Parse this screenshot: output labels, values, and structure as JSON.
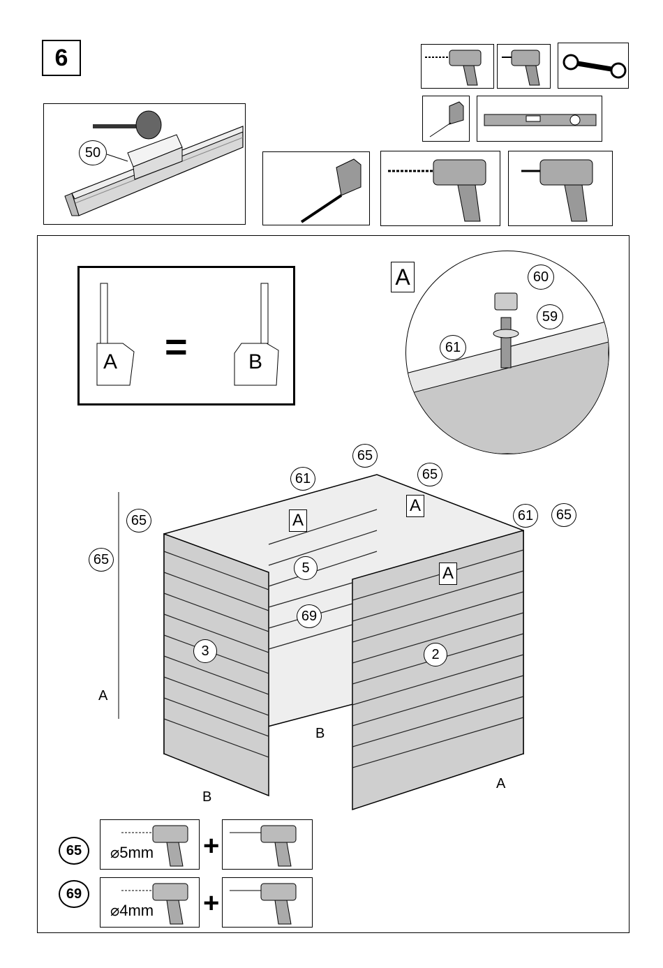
{
  "step_number": "6",
  "detail_top": {
    "part_label": "50"
  },
  "equality_box": {
    "left_tag": "A",
    "right_tag": "B",
    "equals_sign": "="
  },
  "detail_A": {
    "title": "A",
    "labels": {
      "nut": "60",
      "washer": "59",
      "rod": "61"
    }
  },
  "main": {
    "panels": {
      "left": "3",
      "back": "5",
      "right": "2"
    },
    "callouts": {
      "screw_top_1": "65",
      "screw_top_2": "65",
      "screw_left_top": "65",
      "screw_left_mid": "65",
      "screw_right": "65",
      "rod_left": "61",
      "rod_right": "61",
      "nail": "69"
    },
    "detail_tags": [
      "A",
      "A",
      "A"
    ],
    "tape_tags": {
      "far_left": "A",
      "front_left": "B",
      "back": "B",
      "front_right": "A"
    }
  },
  "drill_legend": [
    {
      "part": "65",
      "diameter": "⌀5mm"
    },
    {
      "part": "69",
      "diameter": "⌀4mm"
    }
  ],
  "legend_plus": "+"
}
